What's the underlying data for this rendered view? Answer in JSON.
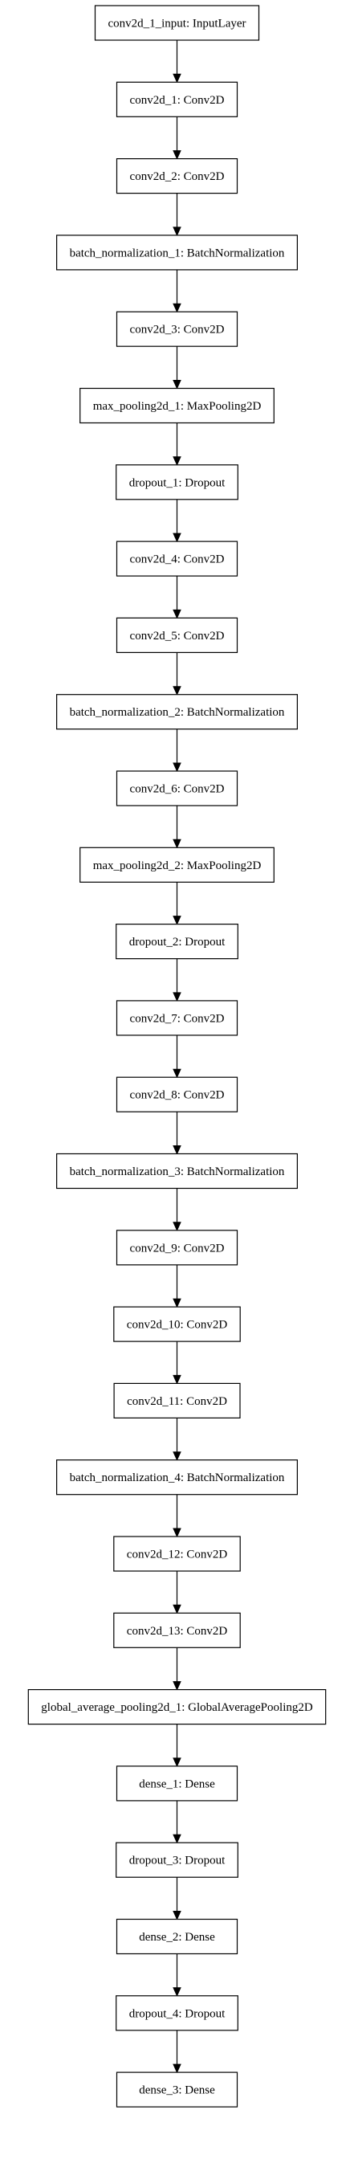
{
  "diagram": {
    "layers": [
      "conv2d_1_input: InputLayer",
      "conv2d_1: Conv2D",
      "conv2d_2: Conv2D",
      "batch_normalization_1: BatchNormalization",
      "conv2d_3: Conv2D",
      "max_pooling2d_1: MaxPooling2D",
      "dropout_1: Dropout",
      "conv2d_4: Conv2D",
      "conv2d_5: Conv2D",
      "batch_normalization_2: BatchNormalization",
      "conv2d_6: Conv2D",
      "max_pooling2d_2: MaxPooling2D",
      "dropout_2: Dropout",
      "conv2d_7: Conv2D",
      "conv2d_8: Conv2D",
      "batch_normalization_3: BatchNormalization",
      "conv2d_9: Conv2D",
      "conv2d_10: Conv2D",
      "conv2d_11: Conv2D",
      "batch_normalization_4: BatchNormalization",
      "conv2d_12: Conv2D",
      "conv2d_13: Conv2D",
      "global_average_pooling2d_1: GlobalAveragePooling2D",
      "dense_1: Dense",
      "dropout_3: Dropout",
      "dense_2: Dense",
      "dropout_4: Dropout",
      "dense_3: Dense"
    ]
  }
}
